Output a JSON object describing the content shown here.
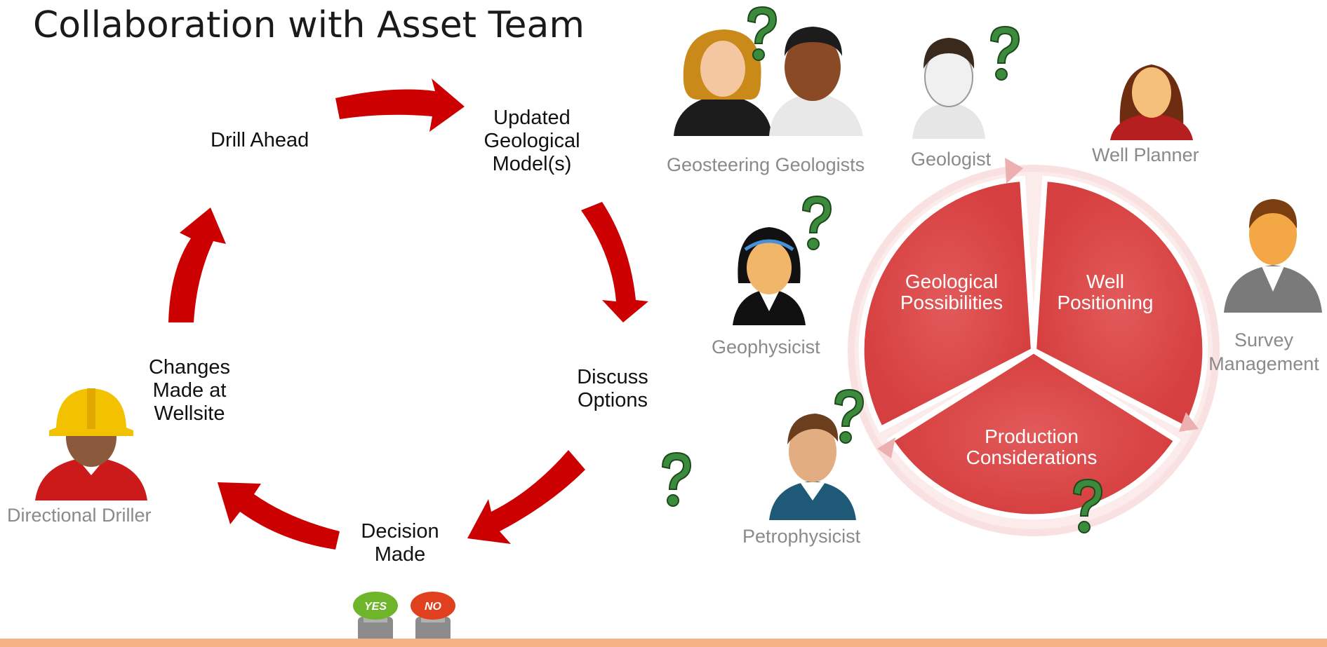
{
  "title": "Collaboration with Asset Team",
  "cycle": {
    "drill_ahead": "Drill Ahead",
    "updated_model": [
      "Updated",
      "Geological",
      "Model(s)"
    ],
    "discuss": [
      "Discuss",
      "Options"
    ],
    "decision": [
      "Decision",
      "Made"
    ],
    "changes": [
      "Changes",
      "Made at",
      "Wellsite"
    ]
  },
  "roles": {
    "directional_driller": "Directional Driller",
    "geosteering": "Geosteering Geologists",
    "geologist": "Geologist",
    "well_planner": "Well Planner",
    "survey": [
      "Survey",
      "Management"
    ],
    "geophysicist": "Geophysicist",
    "petrophysicist": "Petrophysicist"
  },
  "pie": {
    "geological": [
      "Geological",
      "Possibilities"
    ],
    "well": [
      "Well",
      "Positioning"
    ],
    "production": [
      "Production",
      "Considerations"
    ]
  },
  "buttons": {
    "yes": "YES",
    "no": "NO"
  },
  "colors": {
    "arrow": "#cc0000",
    "pie": "#d94a4a",
    "accent_bar": "#f5b183"
  }
}
